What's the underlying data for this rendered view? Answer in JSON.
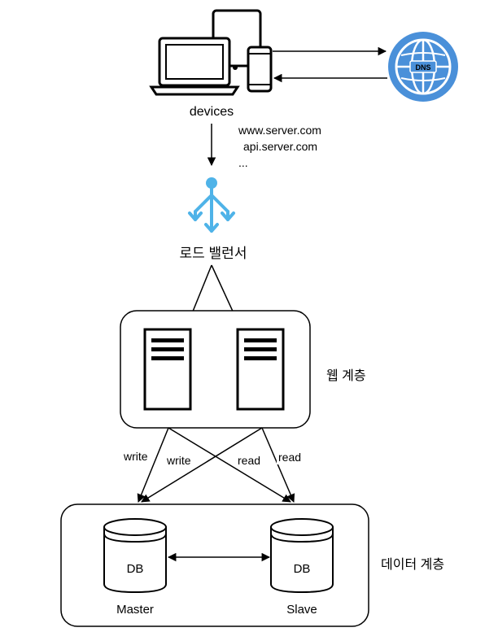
{
  "devices": {
    "label": "devices",
    "label_color": "#666666"
  },
  "dns": {
    "label": "DNS",
    "color": "#4a90d9"
  },
  "domains": {
    "line1": "www.server.com",
    "line2": "api.server.com",
    "line3": "..."
  },
  "load_balancer": {
    "label": "로드 밸런서",
    "color": "#4fb3e8"
  },
  "web_tier": {
    "label": "웹 계층"
  },
  "data_tier": {
    "label": "데이터 계층"
  },
  "edges": {
    "write_outer": "write",
    "write_inner": "write",
    "read_inner": "read",
    "read_outer": "read"
  },
  "databases": {
    "master": {
      "text": "DB",
      "caption": "Master"
    },
    "slave": {
      "text": "DB",
      "caption": "Slave"
    }
  },
  "colors": {
    "stroke": "#000000",
    "server_fill": "#ffffff"
  }
}
